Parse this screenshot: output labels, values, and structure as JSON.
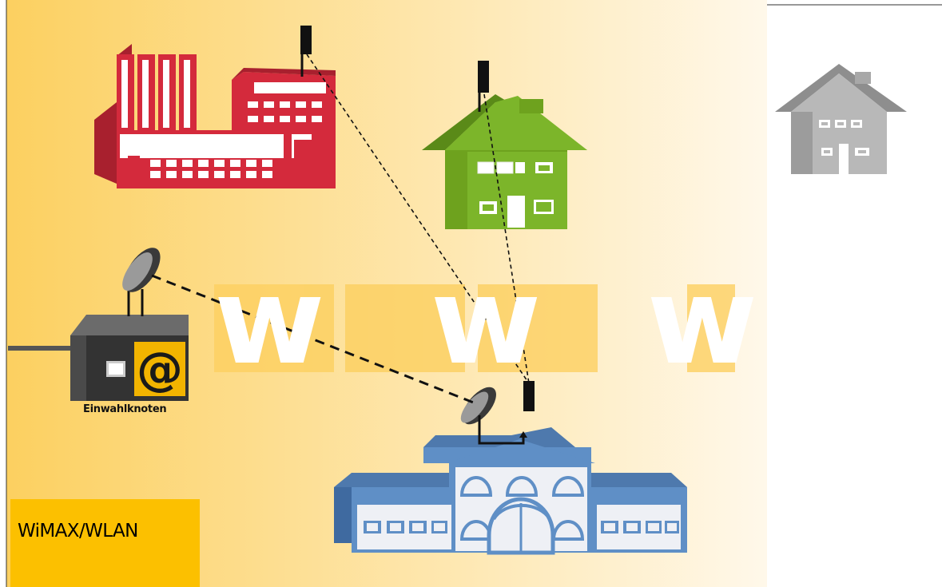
{
  "diagram": {
    "watermark_text": "w w w .",
    "access_node_label": "Einwahlknoten",
    "network_label": "WiMAX/WLAN"
  },
  "colors": {
    "background_gradient_start": "#fcd060",
    "background_gradient_end": "#fff8ea",
    "factory": "#d42a3c",
    "green_house": "#6ea21e",
    "grey_house": "#a8a8a8",
    "town_hall": "#5f8fc6",
    "label_box": "#fcc000"
  }
}
